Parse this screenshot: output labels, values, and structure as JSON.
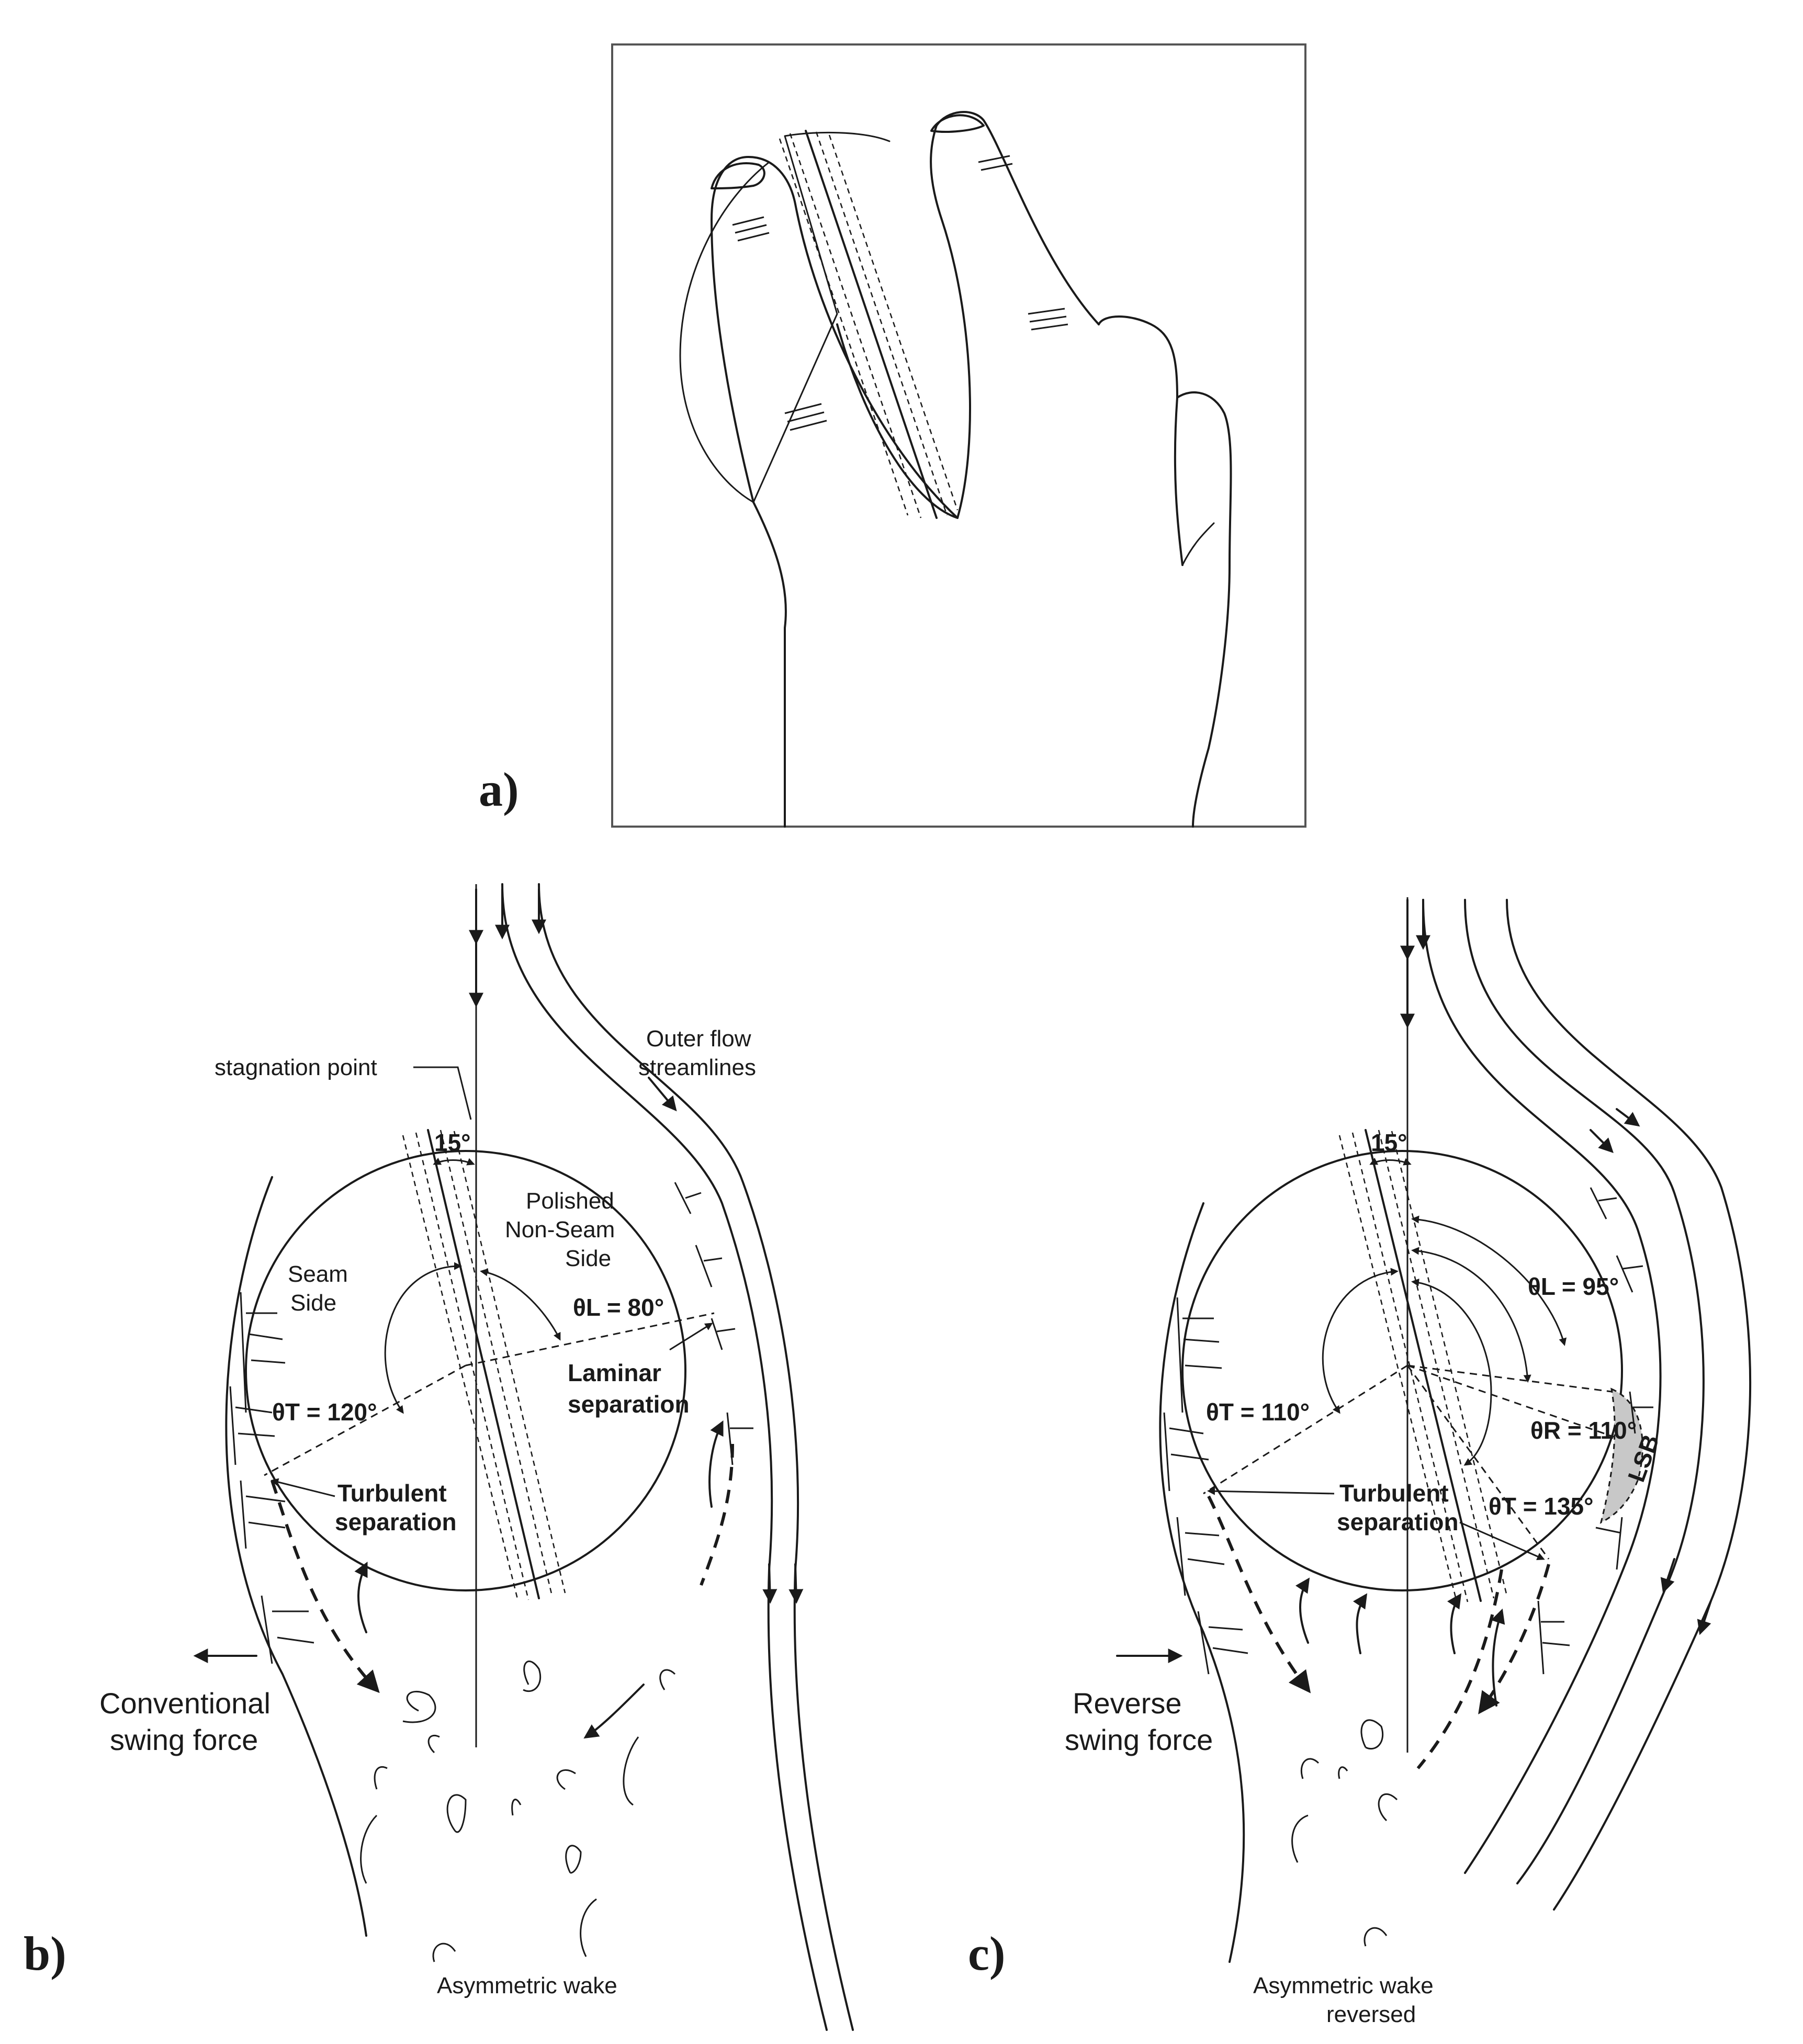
{
  "panels": {
    "a": {
      "letter": "a)"
    },
    "b": {
      "letter": "b)",
      "stagnation_point": "stagnation point",
      "outer_flow_line1": "Outer flow",
      "outer_flow_line2": "streamlines",
      "seam_angle": "15°",
      "seam_side_line1": "Seam",
      "seam_side_line2": "Side",
      "polished_line1": "Polished",
      "polished_line2": "Non-Seam",
      "polished_line3": "Side",
      "theta_l": "θL = 80°",
      "theta_t": "θT = 120°",
      "laminar_line1": "Laminar",
      "laminar_line2": "separation",
      "turbulent_line1": "Turbulent",
      "turbulent_line2": "separation",
      "force_line1": "Conventional",
      "force_line2": "swing force",
      "wake": "Asymmetric wake"
    },
    "c": {
      "letter": "c)",
      "seam_angle": "15°",
      "theta_l": "θL = 95°",
      "theta_t_left": "θT = 110°",
      "theta_r": "θR = 110°",
      "theta_t_right": "θT = 135°",
      "lsb": "LSB",
      "turbulent_line1": "Turbulent",
      "turbulent_line2": "separation",
      "force_line1": "Reverse",
      "force_line2": "swing force",
      "wake_line1": "Asymmetric wake",
      "wake_line2": "reversed"
    }
  },
  "colors": {
    "ink": "#1a1a1a",
    "lsb_fill": "#c8c8c8",
    "background": "#ffffff"
  }
}
